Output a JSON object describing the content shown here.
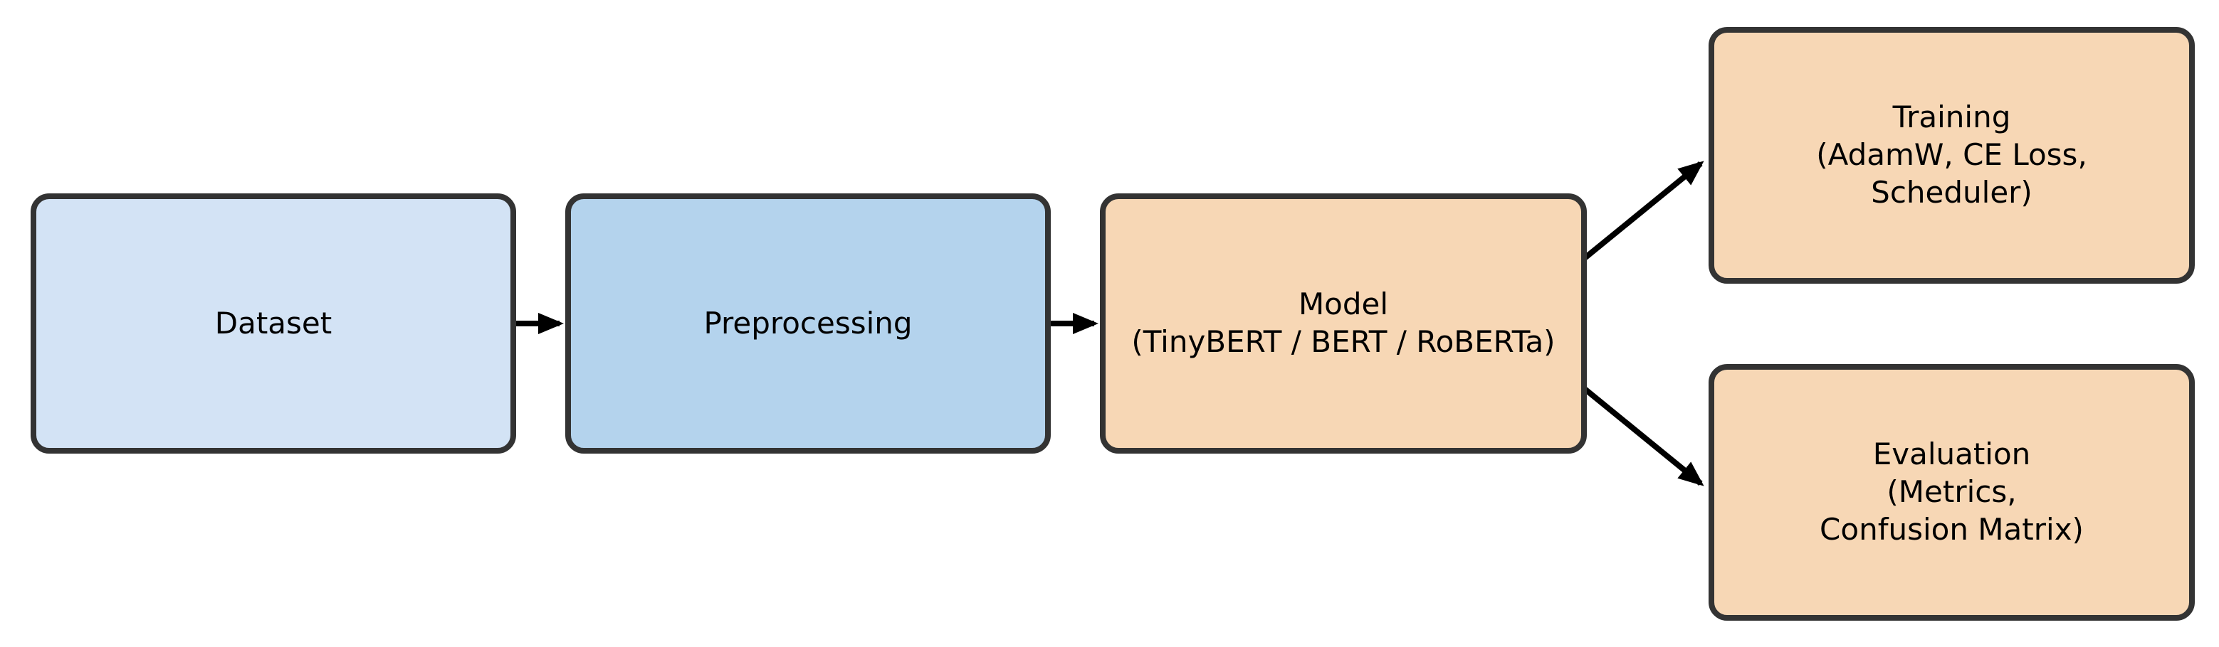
{
  "diagram": {
    "title": "NLP model pipeline flowchart",
    "nodes": [
      {
        "id": "dataset",
        "label": "Dataset",
        "fill": "blue-light"
      },
      {
        "id": "preprocessing",
        "label": "Preprocessing",
        "fill": "blue"
      },
      {
        "id": "model",
        "label": "Model\n(TinyBERT / BERT / RoBERTa)",
        "fill": "orange"
      },
      {
        "id": "training",
        "label": "Training\n(AdamW, CE Loss,\nScheduler)",
        "fill": "orange"
      },
      {
        "id": "evaluation",
        "label": "Evaluation\n(Metrics,\nConfusion Matrix)",
        "fill": "orange"
      }
    ],
    "edges": [
      {
        "from": "dataset",
        "to": "preprocessing"
      },
      {
        "from": "preprocessing",
        "to": "model"
      },
      {
        "from": "model",
        "to": "training"
      },
      {
        "from": "model",
        "to": "evaluation"
      }
    ]
  },
  "colors": {
    "node-blue-light": "#d3e3f5",
    "node-blue": "#b4d3ed",
    "node-orange": "#f7d7b5",
    "node-border": "#333333",
    "arrow": "#000000",
    "canvas-bg": "#ffffff"
  }
}
